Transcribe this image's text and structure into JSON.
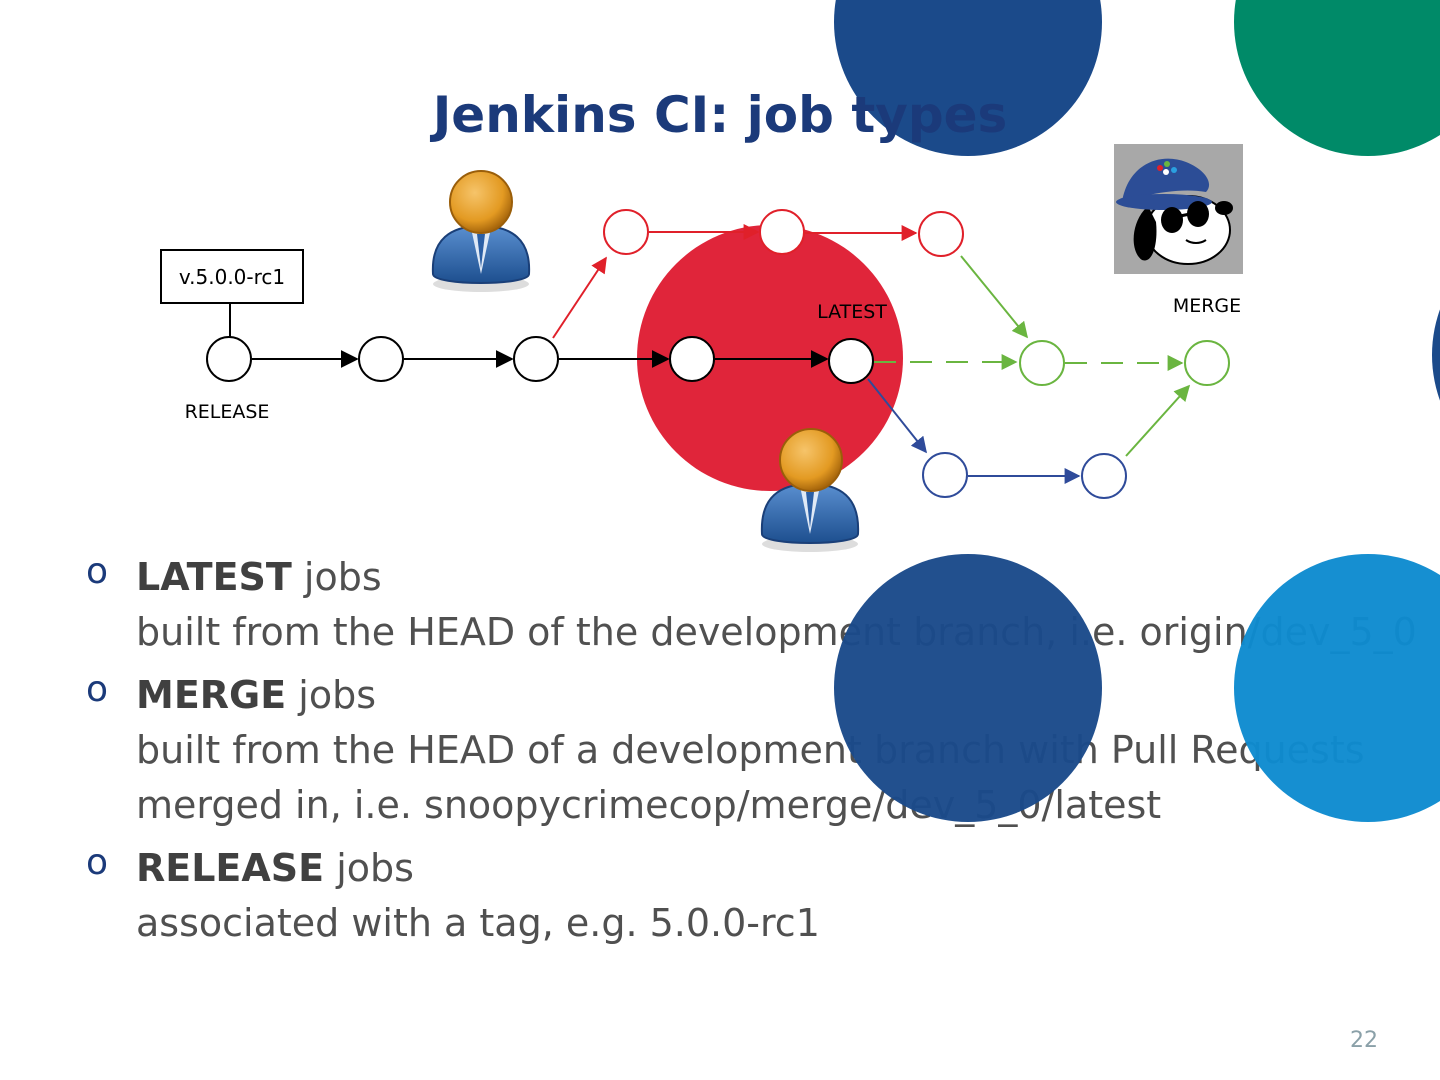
{
  "slide": {
    "title": "Jenkins CI: job types",
    "page_number": "22"
  },
  "diagram": {
    "tag_label": "v.5.0.0-rc1",
    "release_label": "RELEASE",
    "latest_label": "LATEST",
    "merge_label": "MERGE",
    "colors": {
      "main": "#000000",
      "red_branch": "#e0202a",
      "green_merge": "#6ab540",
      "blue_pr": "#2f4b9a",
      "highlight_red": "#e0253a"
    },
    "icons": [
      "developer-avatar-icon",
      "developer-avatar-icon",
      "snoopy-crimecop-icon"
    ]
  },
  "bullets": [
    {
      "marker": "o",
      "keyword": "LATEST",
      "suffix": " jobs",
      "description": "built from the HEAD of the development branch, i.e. origin/dev_5_0"
    },
    {
      "marker": "o",
      "keyword": "MERGE",
      "suffix": " jobs",
      "description": "built from the HEAD of a development branch with Pull Requests merged in, i.e. snoopycrimecop/merge/dev_5_0/latest"
    },
    {
      "marker": "o",
      "keyword": "RELEASE",
      "suffix": " jobs",
      "description": "associated with a tag, e.g. 5.0.0-rc1"
    }
  ],
  "decor": {
    "circle_colors": [
      "#1b4a8a",
      "#008a68",
      "#0e8bd0",
      "#e0253a"
    ]
  }
}
